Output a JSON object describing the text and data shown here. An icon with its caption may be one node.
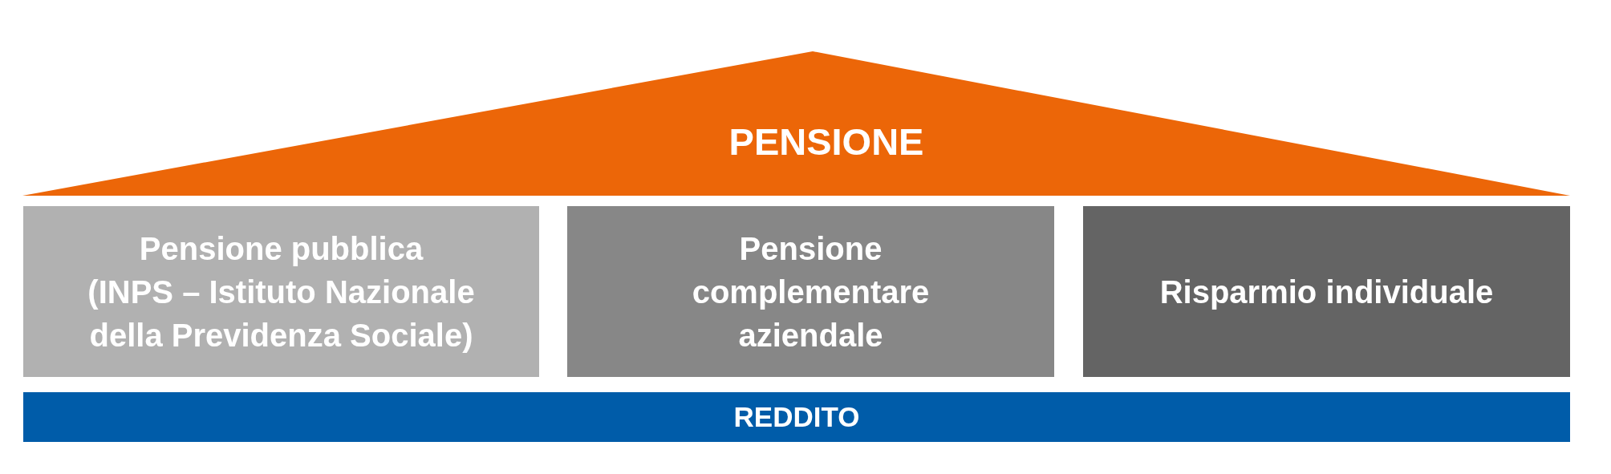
{
  "diagram": {
    "nodes": [
      {
        "text": [
          "PENSIONE"
        ]
      },
      {
        "text": [
          "Pensione pubblica",
          "(INPS – Istituto Nazionale della Previdenza Sociale)"
        ]
      },
      {
        "text": [
          "Pensione complementare aziendale"
        ]
      },
      {
        "text": [
          "Risparmio individuale"
        ]
      },
      {
        "text": [
          "REDDITO"
        ]
      }
    ]
  }
}
